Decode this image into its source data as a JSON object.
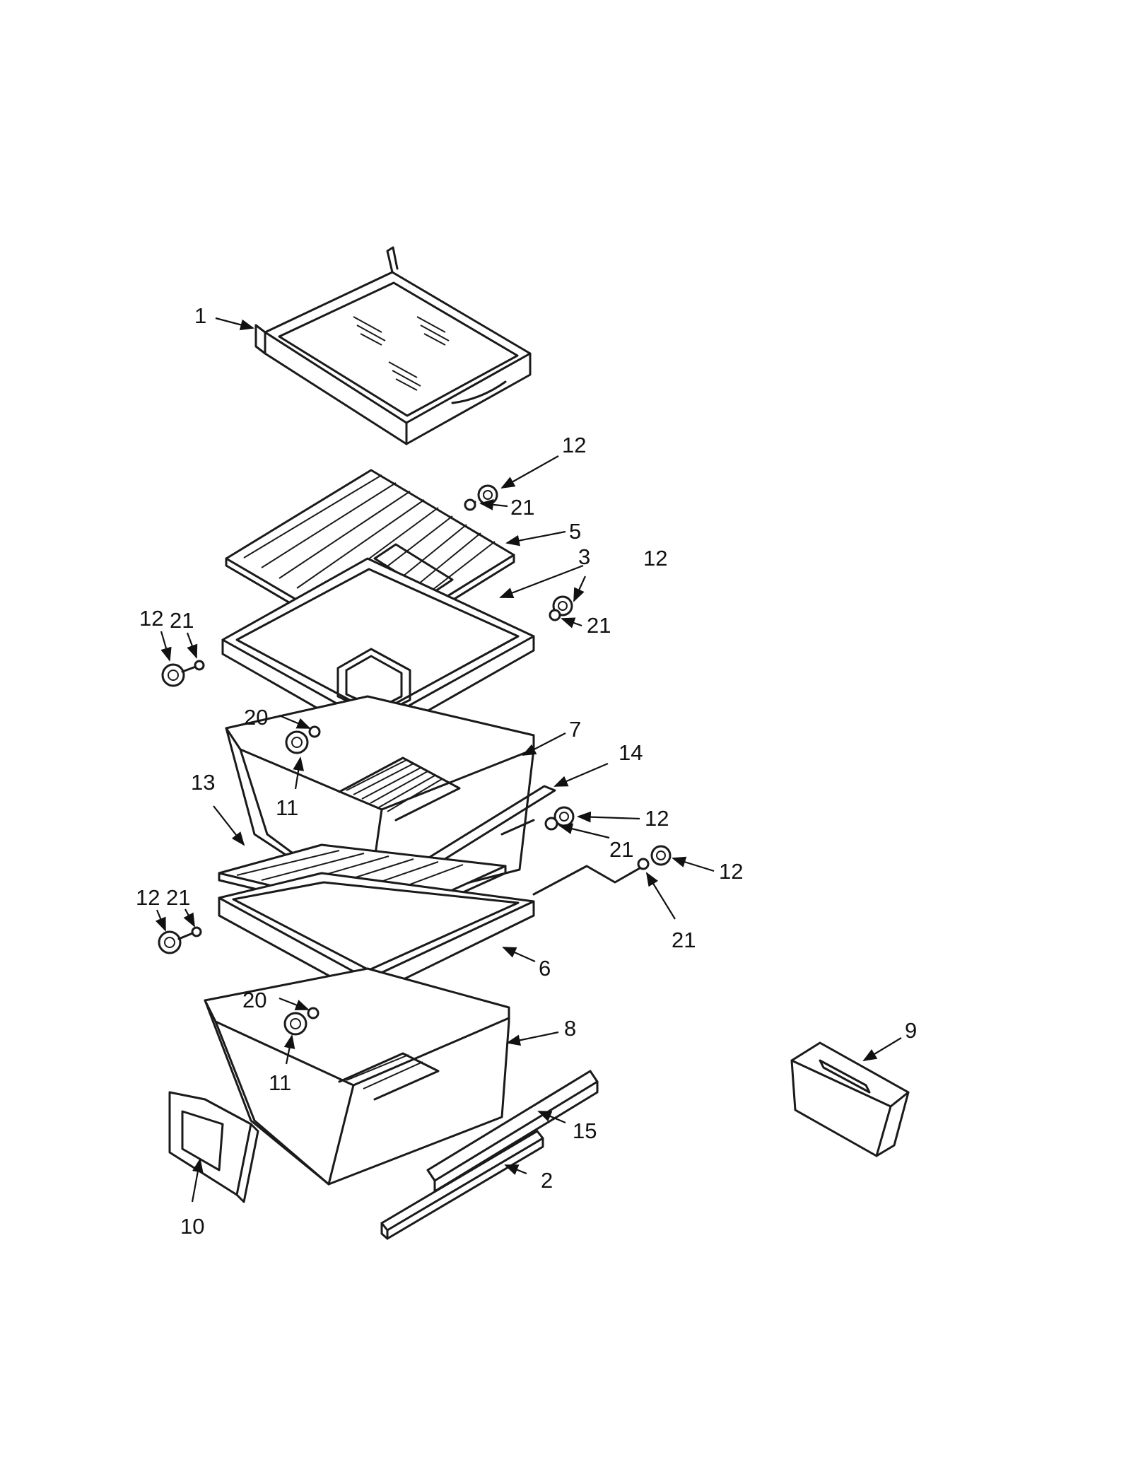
{
  "callouts": {
    "c1": "1",
    "c2": "2",
    "c3": "3",
    "c5": "5",
    "c6": "6",
    "c7": "7",
    "c8": "8",
    "c9": "9",
    "c10": "10",
    "c11a": "11",
    "c11b": "11",
    "c12a": "12",
    "c12b": "12",
    "c12c": "12",
    "c12d": "12",
    "c12e": "12",
    "c12f": "12",
    "c13": "13",
    "c14": "14",
    "c15": "15",
    "c20a": "20",
    "c20b": "20",
    "c21a": "21",
    "c21b": "21",
    "c21c": "21",
    "c21d": "21",
    "c21e": "21",
    "c21f": "21"
  }
}
